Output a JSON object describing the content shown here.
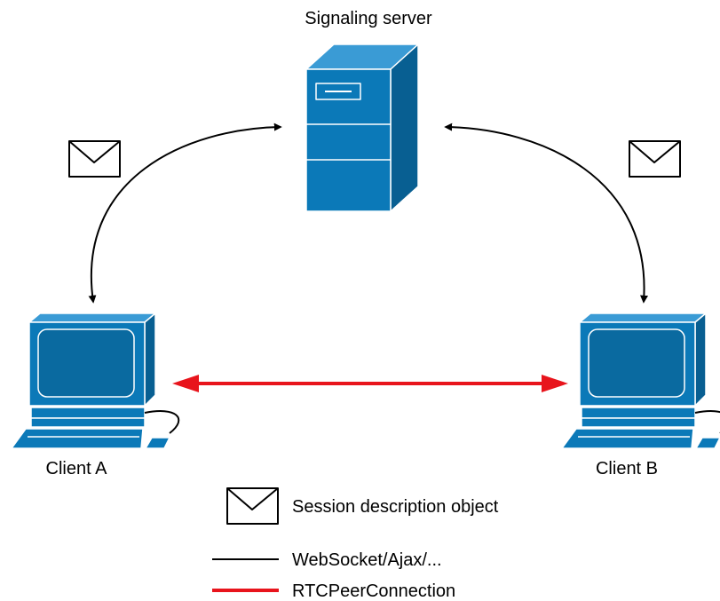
{
  "nodes": {
    "server": {
      "label": "Signaling server",
      "icon": "server-tower-icon"
    },
    "client_a": {
      "label": "Client A",
      "icon": "desktop-computer-icon"
    },
    "client_b": {
      "label": "Client B",
      "icon": "desktop-computer-icon"
    }
  },
  "edges": [
    {
      "from": "server",
      "to": "client_a",
      "style": "black-curved-bidirectional",
      "message_icon": "envelope-icon"
    },
    {
      "from": "server",
      "to": "client_b",
      "style": "black-curved-bidirectional",
      "message_icon": "envelope-icon"
    },
    {
      "from": "client_a",
      "to": "client_b",
      "style": "red-straight-bidirectional"
    }
  ],
  "legend": {
    "session_description": "Session description object",
    "websocket": "WebSocket/Ajax/...",
    "rtc": "RTCPeerConnection"
  },
  "colors": {
    "device_fill": "#0b79b8",
    "device_dark": "#085f92",
    "screen": "#0a6aa0",
    "signaling_line": "#000000",
    "peer_line": "#e8141c"
  }
}
